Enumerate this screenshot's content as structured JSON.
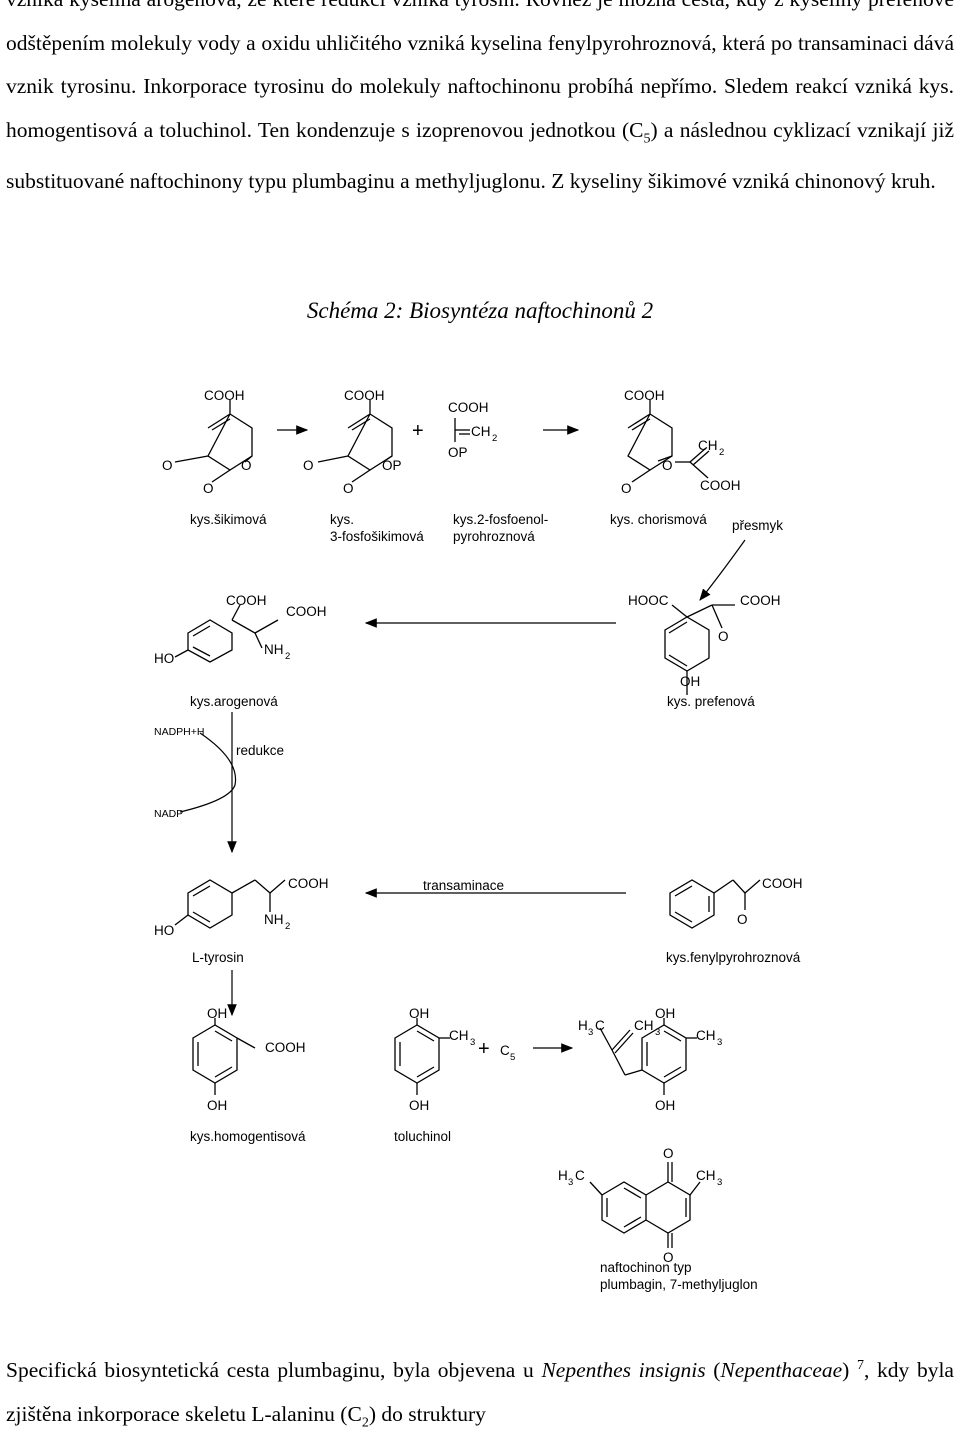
{
  "top_paragraph": [
    "vzniká kyselina arogenová, ze které redukcí vzniká tyrosin. Rovněž je možná cesta, kdy z kyseliny prefenové odštěpením molekuly vody a oxidu uhličitého vzniká kyselina fenylpyrohroznová, která po transaminaci dává vznik tyrosinu. Inkorporace tyrosinu do molekuly naftochinonu probíhá nepřímo. Sledem reakcí vzniká kys. homogentisová a toluchinol. Ten kondenzuje s izoprenovou jednotkou (C",
    "5",
    ") a následnou cyklizací vznikají již substituované naftochinony typu plumbaginu a methyljuglonu. Z kyseliny šikimové vzniká chinonový kruh."
  ],
  "caption": "Schéma 2: Biosyntéza naftochinonů 2",
  "scheme": {
    "groups": {
      "cooh": "COOH",
      "hooc": "HOOC",
      "oh": "OH",
      "ho": "HO",
      "o": "O",
      "op": "OP",
      "ch": "CH",
      "nh": "NH",
      "h3c": "H",
      "c": "C",
      "c5": "C",
      "two": "2",
      "three": "3",
      "five": "5",
      "plus": "+"
    },
    "names": {
      "shikimic": "kys.šikimová",
      "p3_shikimic_1": "kys.",
      "p3_shikimic_2": "3-fosfošikimová",
      "pep_1": "kys.2-fosfoenol-",
      "pep_2": "pyrohroznová",
      "chorismic": "kys. chorismová",
      "rearrangement": "přesmyk",
      "arogenic": "kys.arogenová",
      "prephenic": "kys. prefenová",
      "nadph": "NADPH+H",
      "reduction": "redukce",
      "nadp": "NADP",
      "transamination": "transaminace",
      "tyrosine": "L-tyrosin",
      "phenylpyruvic": "kys.fenylpyrohroznová",
      "homogentisic": "kys.homogentisová",
      "toluquinol": "toluchinol",
      "naphtho_1": "naftochinon typ",
      "naphtho_2": "plumbagin, 7-methyljuglon"
    }
  },
  "bottom_paragraph": {
    "part1": "Specifická biosyntetická cesta plumbaginu, byla objevena u ",
    "genus": "Nepenthes insignis",
    "open": " (",
    "family": "Nepenthaceae",
    "close": ") ",
    "ref": "7",
    "part2": ", kdy byla zjištěna inkorporace skeletu L-alaninu (C",
    "sub": "2",
    "part3": ") do struktury"
  }
}
